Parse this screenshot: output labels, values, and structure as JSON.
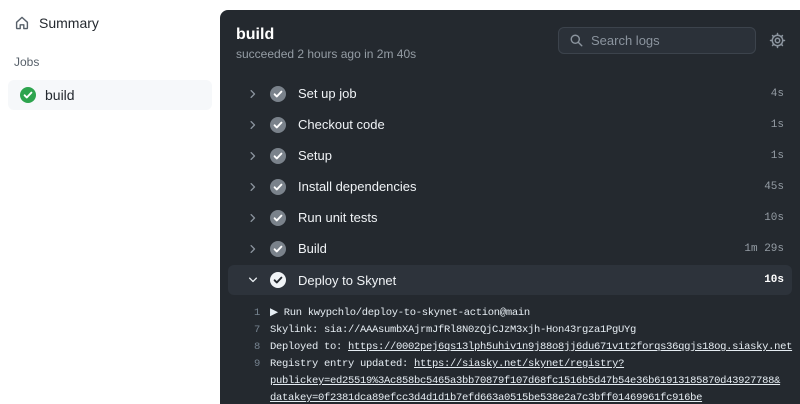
{
  "sidebar": {
    "summary_label": "Summary",
    "jobs_label": "Jobs",
    "job_name": "build"
  },
  "header": {
    "title": "build",
    "status_line": "succeeded 2 hours ago in 2m 40s",
    "search_placeholder": "Search logs",
    "icons": {
      "search": "search-icon",
      "settings": "gear-icon"
    }
  },
  "steps": [
    {
      "name": "Set up job",
      "duration": "4s",
      "status": "success",
      "expanded": false
    },
    {
      "name": "Checkout code",
      "duration": "1s",
      "status": "success",
      "expanded": false
    },
    {
      "name": "Setup",
      "duration": "1s",
      "status": "success",
      "expanded": false
    },
    {
      "name": "Install dependencies",
      "duration": "45s",
      "status": "success",
      "expanded": false
    },
    {
      "name": "Run unit tests",
      "duration": "10s",
      "status": "success",
      "expanded": false
    },
    {
      "name": "Build",
      "duration": "1m 29s",
      "status": "success",
      "expanded": false
    },
    {
      "name": "Deploy to Skynet",
      "duration": "10s",
      "status": "success",
      "expanded": true
    }
  ],
  "log": {
    "lines": [
      {
        "number": "1",
        "text": "▶ Run kwypchlo/deploy-to-skynet-action@main",
        "link": ""
      },
      {
        "number": "7",
        "text": "Skylink: sia://AAAsumbXAjrmJfRl8N0zQjCJzM3xjh-Hon43rgza1PgUYg",
        "link": ""
      },
      {
        "number": "8",
        "text": "Deployed to: ",
        "link": "https://0002pej6qs13lph5uhiv1n9j88o8jj6du671v1t2forqs36qgjs18og.siasky.net"
      },
      {
        "number": "9",
        "text": "Registry entry updated: ",
        "link": "https://siasky.net/skynet/registry?publickey=ed25519%3Ac858bc5465a3bb70879f107d68fc1516b5d47b54e36b61913185870d43927788&datakey=0f2381dca89efcc3d4d1d1b7efd663a0515be538e2a7c3bff01469961fc916be"
      }
    ]
  },
  "colors": {
    "success_green": "#2da44e",
    "panel_background": "#24292f",
    "expanded_row_background": "#2d333b",
    "selected_job_background": "#f6f8fa",
    "muted_text": "#959da5"
  }
}
